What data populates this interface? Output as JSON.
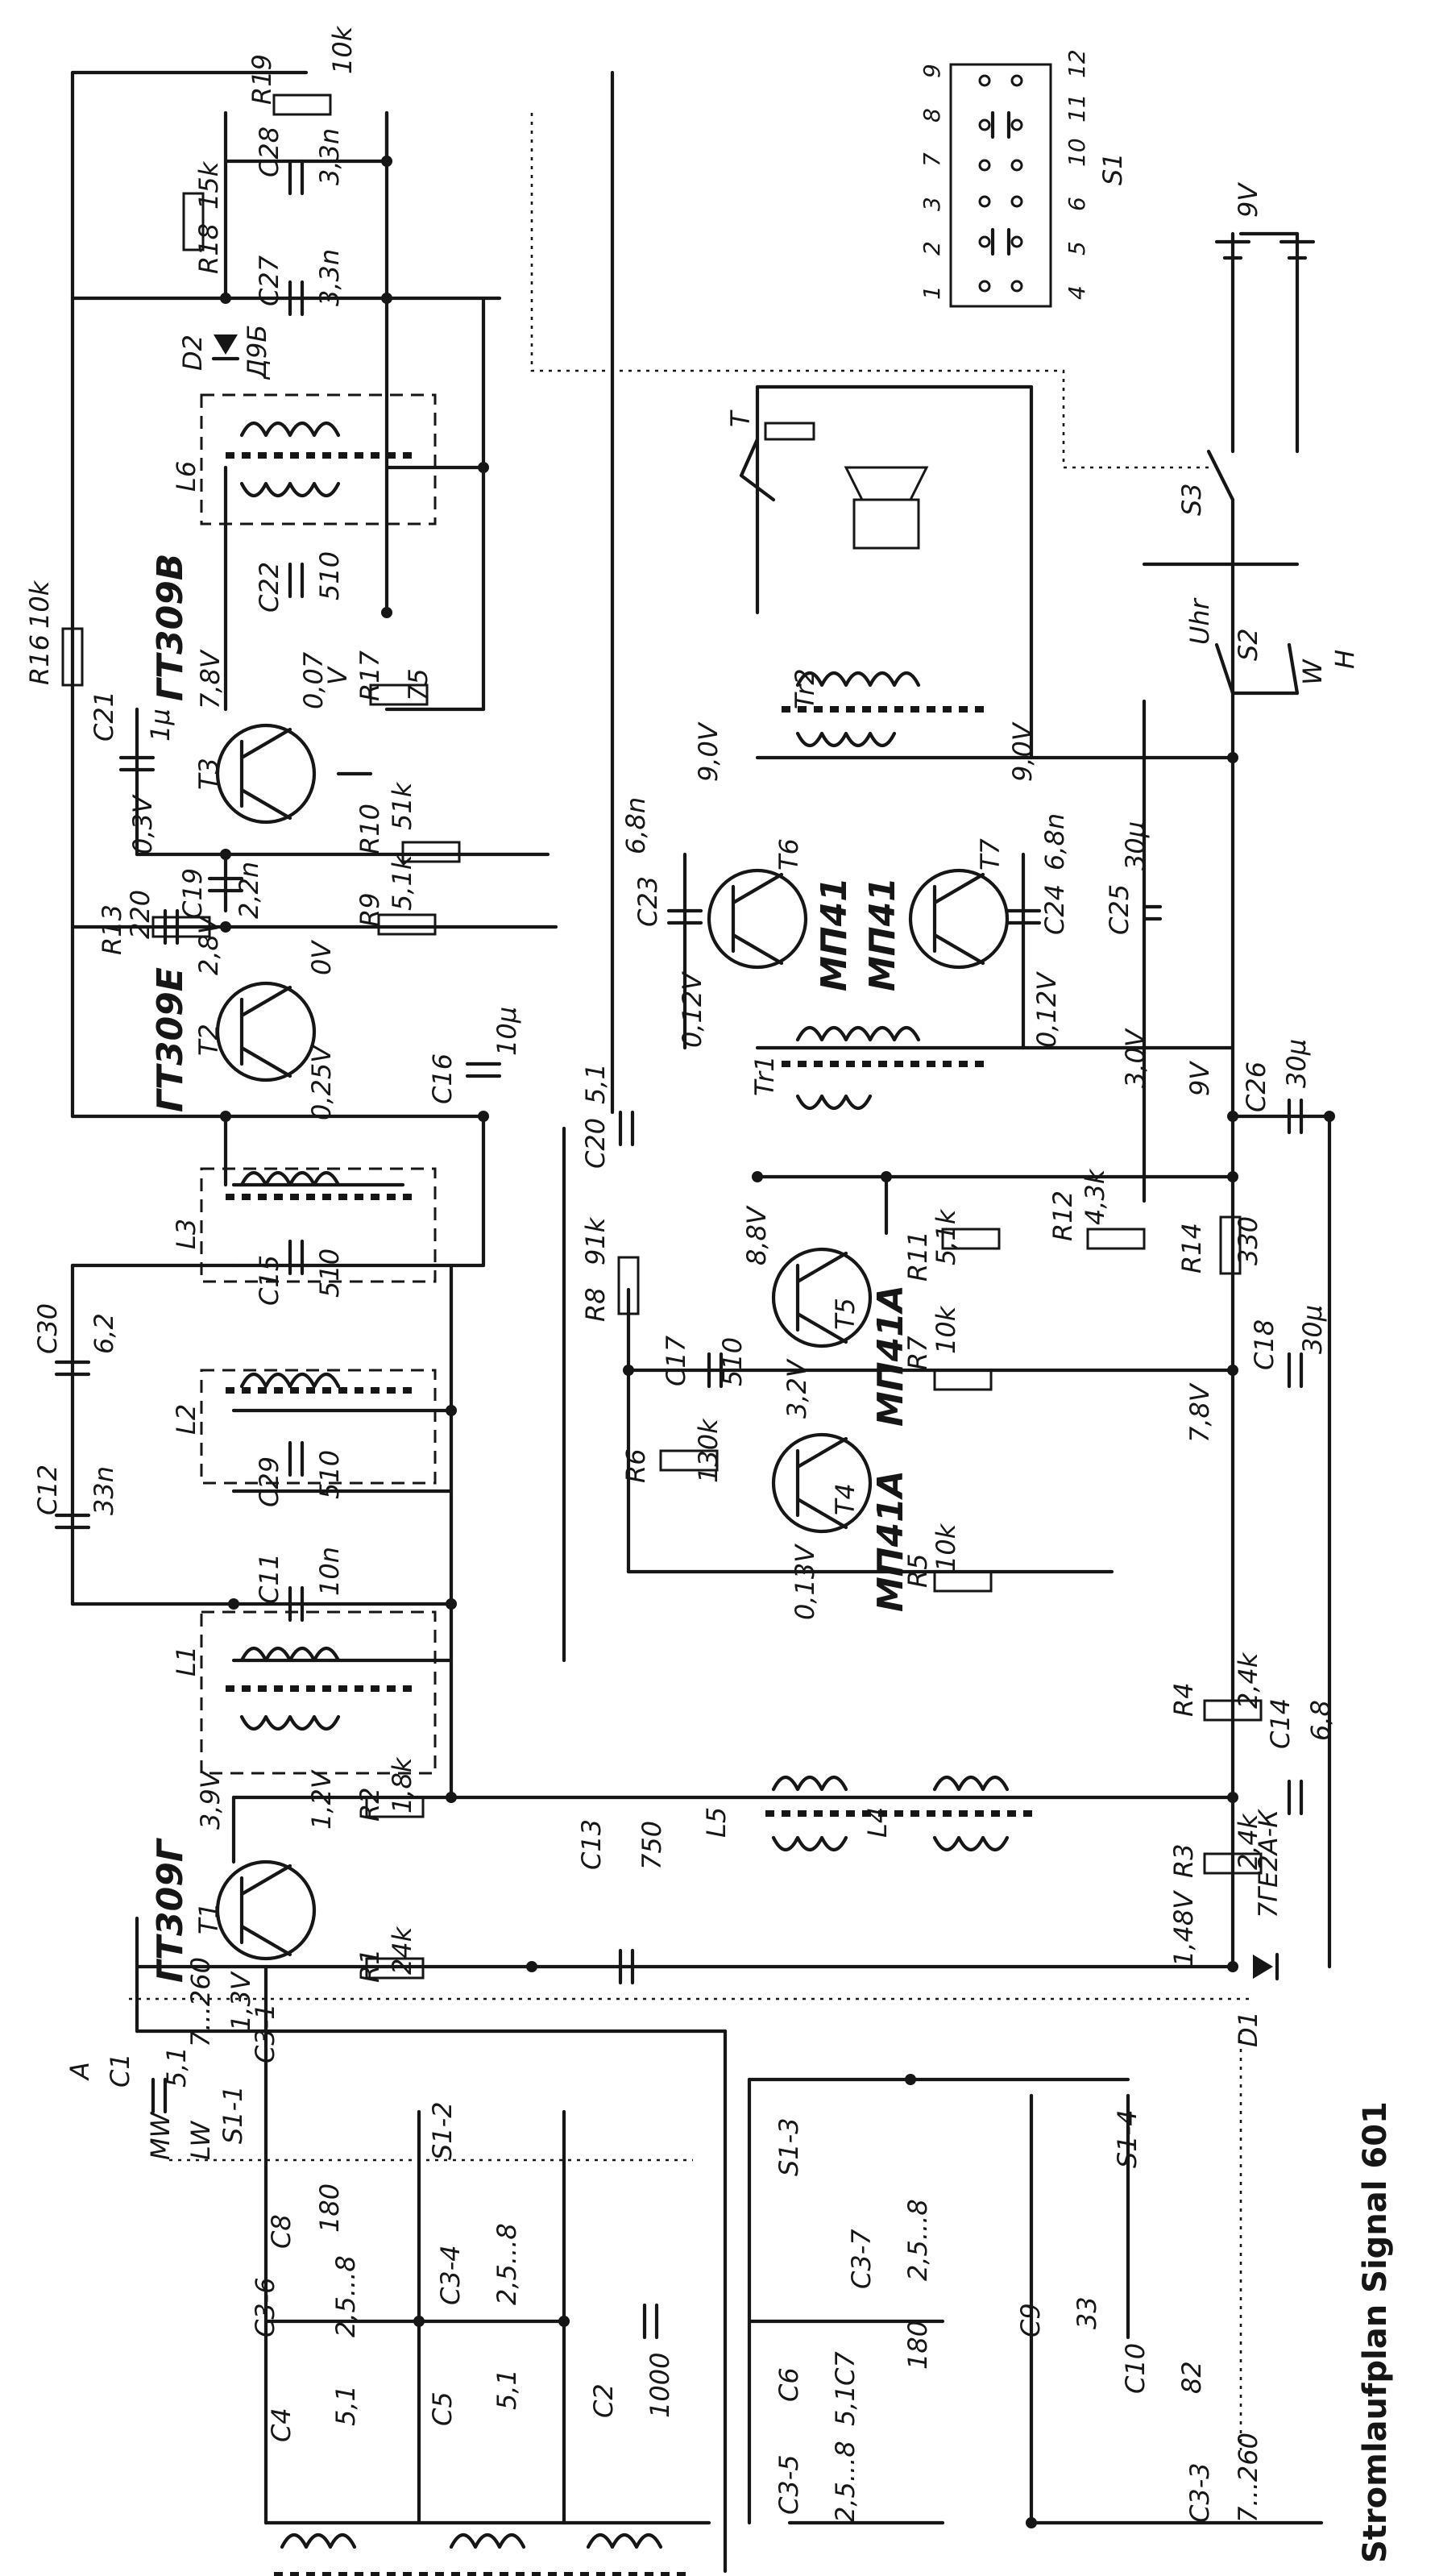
{
  "title": "Stromlaufplan Signal 601",
  "transistors": [
    {
      "ref": "T1",
      "type": "ГТ309Г",
      "v1": "3,9V",
      "v2": "1,2V",
      "v3": "1,3V"
    },
    {
      "ref": "T2",
      "type": "ГТ309Е",
      "v1": "2,8V",
      "v2": "0V",
      "v3": "0,25V"
    },
    {
      "ref": "T3",
      "type": "ГТ309В",
      "v1": "7,8V",
      "v2": "0,07",
      "v3": "V",
      "v4": "0,3V"
    },
    {
      "ref": "T4",
      "type": "МП41А",
      "v1": "0,13V",
      "v2": "3,2V"
    },
    {
      "ref": "T5",
      "type": "МП41А",
      "v1": "8,8V"
    },
    {
      "ref": "T6",
      "type": "МП41",
      "v1": "9,0V",
      "v2": "0,12V"
    },
    {
      "ref": "T7",
      "type": "МП41",
      "v1": "9,0V",
      "v2": "0,12V"
    }
  ],
  "resistors": [
    {
      "ref": "R1",
      "value": "24k"
    },
    {
      "ref": "R2",
      "value": "1,8k"
    },
    {
      "ref": "R3",
      "value": "2,4k"
    },
    {
      "ref": "R4",
      "value": "2,4k"
    },
    {
      "ref": "R5",
      "value": "10k"
    },
    {
      "ref": "R6",
      "value": "130k"
    },
    {
      "ref": "R7",
      "value": "10k"
    },
    {
      "ref": "R8",
      "value": "91k"
    },
    {
      "ref": "R9",
      "value": "5,1k"
    },
    {
      "ref": "R10",
      "value": "51k"
    },
    {
      "ref": "R11",
      "value": "5,1k"
    },
    {
      "ref": "R12",
      "value": "4,3k"
    },
    {
      "ref": "R13",
      "value": "220"
    },
    {
      "ref": "R14",
      "value": "330"
    },
    {
      "ref": "R16",
      "value": "10k"
    },
    {
      "ref": "R17",
      "value": "75"
    },
    {
      "ref": "R18",
      "value": "15k"
    },
    {
      "ref": "R19",
      "value": "10k"
    }
  ],
  "capacitors": [
    {
      "ref": "C1",
      "value": "5,1"
    },
    {
      "ref": "C2",
      "value": "1000"
    },
    {
      "ref": "C4",
      "value": "5,1"
    },
    {
      "ref": "C5",
      "value": "5,1"
    },
    {
      "ref": "C6",
      "value": "5,1"
    },
    {
      "ref": "C7",
      "value": "180"
    },
    {
      "ref": "C8",
      "value": "180"
    },
    {
      "ref": "C9",
      "value": "33"
    },
    {
      "ref": "C10",
      "value": "82"
    },
    {
      "ref": "C11",
      "value": "10n"
    },
    {
      "ref": "C12",
      "value": "33n"
    },
    {
      "ref": "C13",
      "value": "750"
    },
    {
      "ref": "C14",
      "value": "6,8"
    },
    {
      "ref": "C15",
      "value": "510"
    },
    {
      "ref": "C16",
      "value": "10µ"
    },
    {
      "ref": "C17",
      "value": "510"
    },
    {
      "ref": "C18",
      "value": "30µ"
    },
    {
      "ref": "C19",
      "value": "2,2n"
    },
    {
      "ref": "C20",
      "value": "5,1"
    },
    {
      "ref": "C21",
      "value": "1µ"
    },
    {
      "ref": "C22",
      "value": "510"
    },
    {
      "ref": "C23",
      "value": "6,8n"
    },
    {
      "ref": "C24",
      "value": "6,8n"
    },
    {
      "ref": "C25",
      "value": "30µ"
    },
    {
      "ref": "C26",
      "value": "30µ"
    },
    {
      "ref": "C27",
      "value": "3,3n"
    },
    {
      "ref": "C28",
      "value": "3,3n"
    },
    {
      "ref": "C29",
      "value": "510"
    },
    {
      "ref": "C30",
      "value": "6,2"
    }
  ],
  "trimmers": [
    {
      "ref": "C3-1",
      "value": "7...260"
    },
    {
      "ref": "C3-3",
      "value": "7...260"
    },
    {
      "ref": "C3-4",
      "value": "2,5...8"
    },
    {
      "ref": "C3-5",
      "value": "2,5...8"
    },
    {
      "ref": "C3-6",
      "value": "2,5...8"
    },
    {
      "ref": "C3-7",
      "value": "2,5...8"
    }
  ],
  "diodes": [
    {
      "ref": "D1",
      "type": "7ГЕ2А-К"
    },
    {
      "ref": "D2",
      "type": "Д9Б"
    }
  ],
  "inductors": [
    "L1",
    "L2",
    "L3",
    "L4",
    "L5",
    "L6"
  ],
  "transformers": [
    "Tr1",
    "Tr2"
  ],
  "switches": {
    "s1_sections": [
      "S1-1",
      "S1-2",
      "S1-3",
      "S1-4"
    ],
    "s1_label": "S1",
    "s1_pins_top": [
      "1",
      "2",
      "3",
      "7",
      "8",
      "9"
    ],
    "s1_pins_bottom": [
      "4",
      "5",
      "6",
      "10",
      "11",
      "12"
    ],
    "s2": "S2",
    "s3": "S3",
    "s2_uhr": "Uhr",
    "s2_w": "W",
    "s2_h": "H"
  },
  "bands": {
    "mw": "MW",
    "lw": "LW"
  },
  "antenna": "A",
  "earphone": "T",
  "battery": "9V",
  "node_voltages": {
    "v148": "1,48V",
    "v78": "7,8V",
    "v9": "9V",
    "v30": "3,0V"
  }
}
